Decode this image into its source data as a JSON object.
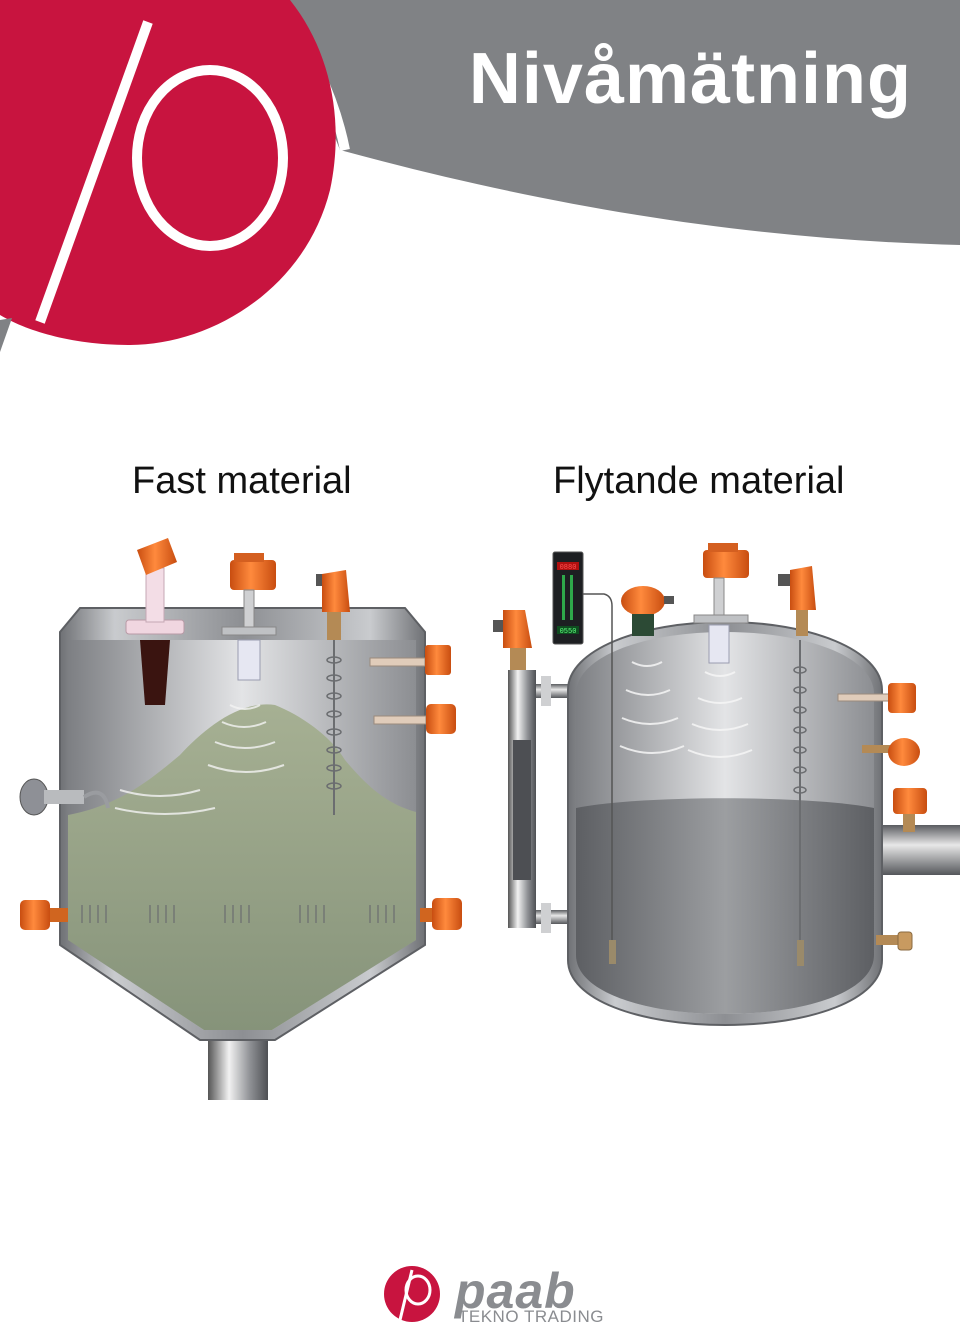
{
  "header": {
    "title": "Nivåmätning",
    "brand_color": "#c8143f",
    "band_color": "#808285"
  },
  "sections": [
    {
      "label": "Fast material"
    },
    {
      "label": "Flytande material"
    }
  ],
  "display_readouts": {
    "top": "0880",
    "bottom": "0550"
  },
  "footer": {
    "brand": "paab",
    "tagline": "TEKNO TRADING"
  },
  "colors": {
    "sensor_orange": "#ef6a24",
    "tank_steel": "#9a9c9f",
    "solid_material": "#8e9b7c",
    "liquid": "#7a7c80"
  }
}
